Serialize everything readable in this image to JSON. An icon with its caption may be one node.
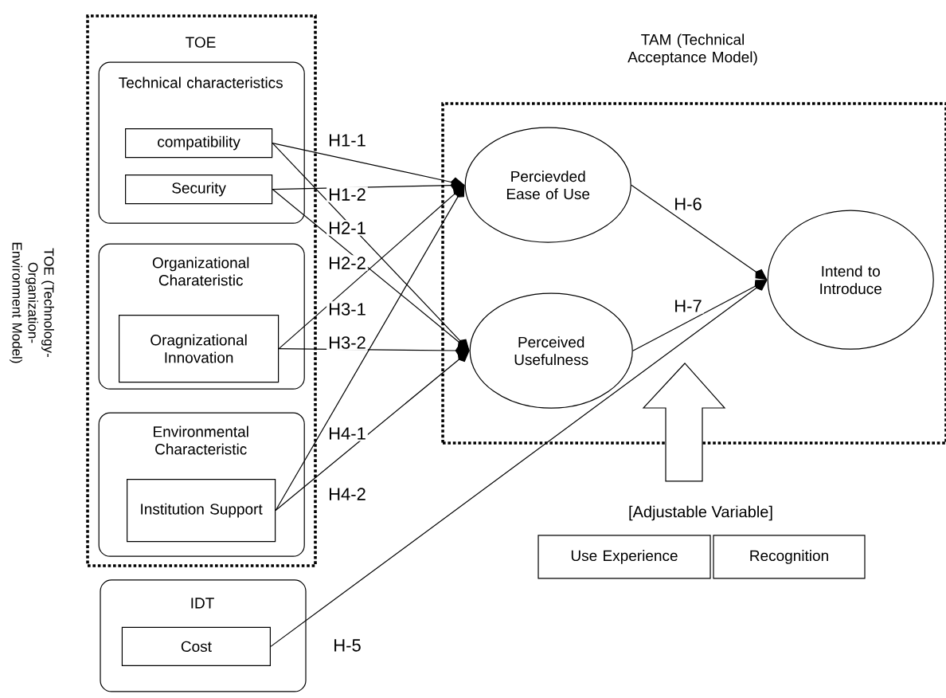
{
  "diagram": {
    "nodes": [
      {
        "text": [
          "TOE"
        ]
      },
      {
        "text": [
          "Technical characteristics"
        ],
        "in": 0
      },
      {
        "text": [
          "compatibility"
        ],
        "in": 1
      },
      {
        "text": [
          "Security"
        ],
        "in": 1
      },
      {
        "text": [
          "Organizational Charateristic"
        ],
        "in": 0
      },
      {
        "text": [
          "Oragnizational Innovation"
        ],
        "in": 4
      },
      {
        "text": [
          "Environmental Characteristic"
        ],
        "in": 0
      },
      {
        "text": [
          "Institution Support"
        ],
        "in": 6
      },
      {
        "text": [
          "IDT"
        ]
      },
      {
        "text": [
          "Cost"
        ],
        "in": 8
      },
      {
        "text": [
          "TAM (Technical Acceptance Model)"
        ]
      },
      {
        "text": [
          "Percievded Ease of Use"
        ],
        "in": 10
      },
      {
        "text": [
          "Perceived Usefulness"
        ],
        "in": 10
      },
      {
        "text": [
          "Intend to Introduce"
        ],
        "in": 10
      },
      {
        "text": [
          "Use Experience"
        ]
      },
      {
        "text": [
          "Recognition"
        ]
      }
    ],
    "edges": [
      {
        "from": 2,
        "to": 11,
        "arrow": "to",
        "label": "H1-1"
      },
      {
        "from": 3,
        "to": 11,
        "arrow": "to",
        "label": "H1-2"
      },
      {
        "from": 2,
        "to": 12,
        "arrow": "to",
        "label": "H2-1"
      },
      {
        "from": 3,
        "to": 12,
        "arrow": "to",
        "label": "H2-2"
      },
      {
        "from": 5,
        "to": 11,
        "arrow": "to",
        "label": "H3-1"
      },
      {
        "from": 5,
        "to": 12,
        "arrow": "to",
        "label": "H3-2"
      },
      {
        "from": 7,
        "to": 11,
        "arrow": "to",
        "label": "H4-1"
      },
      {
        "from": 7,
        "to": 12,
        "arrow": "to",
        "label": "H4-2"
      },
      {
        "from": 9,
        "to": 13,
        "arrow": "to",
        "label": "H-5"
      },
      {
        "from": 11,
        "to": 13,
        "arrow": "to",
        "label": "H-6"
      },
      {
        "from": 12,
        "to": 13,
        "arrow": "to",
        "label": "H-7"
      }
    ],
    "labels": [
      "TOE (Technology-Organization-Environment Model)",
      "[Adjustable Variable]"
    ]
  }
}
